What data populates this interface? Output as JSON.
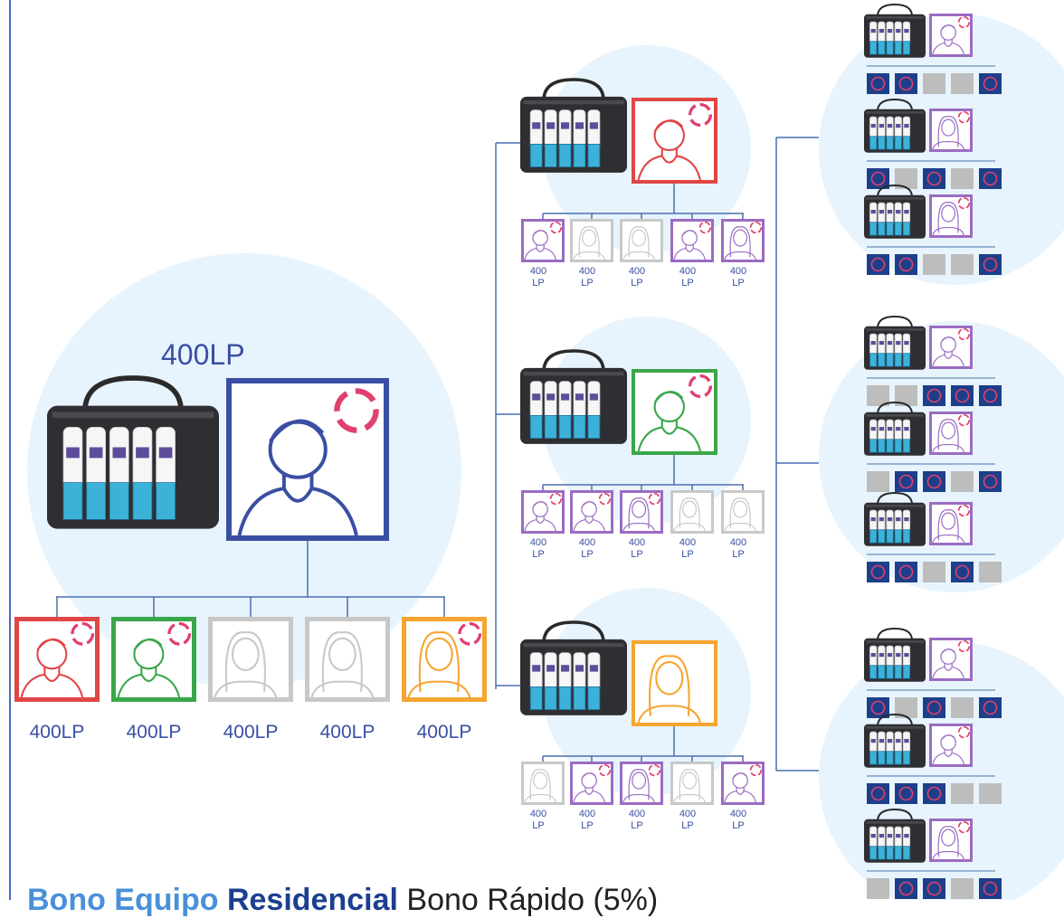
{
  "colors": {
    "circle": "#e7f4fd",
    "blue": "#3a4fa3",
    "red": "#e04646",
    "green": "#3aa64a",
    "gray": "#c8c8c8",
    "orange": "#f5a530",
    "purple": "#9b6cc2",
    "line": "#4a6fb0",
    "ring": "#e0406e"
  },
  "root": {
    "lp_label": "400LP",
    "children": [
      {
        "color": "red",
        "avatar": "male",
        "ring": true,
        "lp": "400LP"
      },
      {
        "color": "green",
        "avatar": "male",
        "ring": true,
        "lp": "400LP"
      },
      {
        "color": "gray",
        "avatar": "female",
        "ring": false,
        "lp": "400LP"
      },
      {
        "color": "gray",
        "avatar": "female",
        "ring": false,
        "lp": "400LP"
      },
      {
        "color": "orange",
        "avatar": "female",
        "ring": true,
        "lp": "400LP"
      }
    ]
  },
  "level2": [
    {
      "color": "red",
      "avatar": "male",
      "children": [
        {
          "color": "purple",
          "avatar": "male",
          "ring": true,
          "lp": "400",
          "unit": "LP"
        },
        {
          "color": "gray",
          "avatar": "female",
          "ring": false,
          "lp": "400",
          "unit": "LP"
        },
        {
          "color": "gray",
          "avatar": "female",
          "ring": false,
          "lp": "400",
          "unit": "LP"
        },
        {
          "color": "purple",
          "avatar": "male",
          "ring": true,
          "lp": "400",
          "unit": "LP"
        },
        {
          "color": "purple",
          "avatar": "female",
          "ring": true,
          "lp": "400",
          "unit": "LP"
        }
      ]
    },
    {
      "color": "green",
      "avatar": "male",
      "children": [
        {
          "color": "purple",
          "avatar": "male",
          "ring": true,
          "lp": "400",
          "unit": "LP"
        },
        {
          "color": "purple",
          "avatar": "male",
          "ring": true,
          "lp": "400",
          "unit": "LP"
        },
        {
          "color": "purple",
          "avatar": "female",
          "ring": true,
          "lp": "400",
          "unit": "LP"
        },
        {
          "color": "gray",
          "avatar": "female",
          "ring": false,
          "lp": "400",
          "unit": "LP"
        },
        {
          "color": "gray",
          "avatar": "female",
          "ring": false,
          "lp": "400",
          "unit": "LP"
        }
      ]
    },
    {
      "color": "orange",
      "avatar": "female",
      "children": [
        {
          "color": "gray",
          "avatar": "female",
          "ring": false,
          "lp": "400",
          "unit": "LP"
        },
        {
          "color": "purple",
          "avatar": "male",
          "ring": true,
          "lp": "400",
          "unit": "LP"
        },
        {
          "color": "purple",
          "avatar": "female",
          "ring": true,
          "lp": "400",
          "unit": "LP"
        },
        {
          "color": "gray",
          "avatar": "female",
          "ring": false,
          "lp": "400",
          "unit": "LP"
        },
        {
          "color": "purple",
          "avatar": "male",
          "ring": true,
          "lp": "400",
          "unit": "LP"
        }
      ]
    }
  ],
  "level3": [
    {
      "units": [
        {
          "avatar": "male",
          "squares": [
            1,
            1,
            0,
            0,
            1
          ]
        },
        {
          "avatar": "female",
          "squares": [
            1,
            0,
            1,
            0,
            1
          ]
        },
        {
          "avatar": "female",
          "squares": [
            1,
            1,
            0,
            0,
            1
          ]
        }
      ]
    },
    {
      "units": [
        {
          "avatar": "male",
          "squares": [
            0,
            0,
            1,
            1,
            1
          ]
        },
        {
          "avatar": "female",
          "squares": [
            0,
            1,
            1,
            0,
            1
          ]
        },
        {
          "avatar": "female",
          "squares": [
            1,
            1,
            0,
            1,
            0
          ]
        }
      ]
    },
    {
      "units": [
        {
          "avatar": "male",
          "squares": [
            1,
            0,
            1,
            0,
            1
          ]
        },
        {
          "avatar": "male",
          "squares": [
            1,
            1,
            1,
            0,
            0
          ]
        },
        {
          "avatar": "female",
          "squares": [
            0,
            1,
            1,
            0,
            1
          ]
        }
      ]
    }
  ],
  "caption": {
    "part1": "Bono Equipo",
    "part2": "Residencial",
    "part3": "Bono Rápido (5%)"
  }
}
